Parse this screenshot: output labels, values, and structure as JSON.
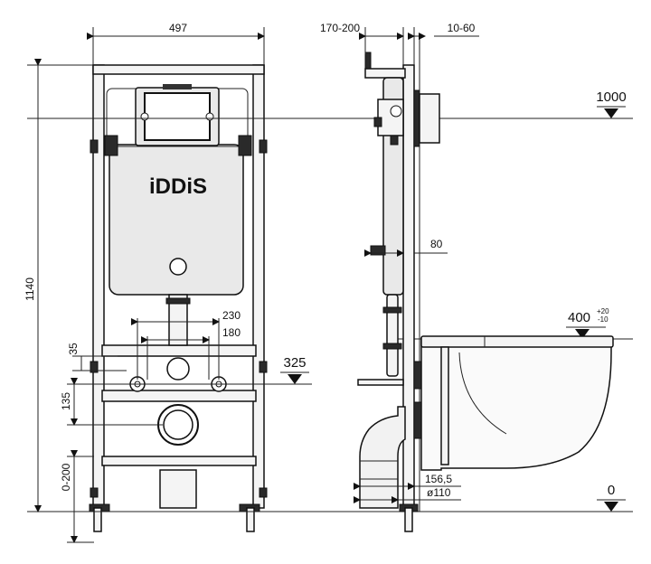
{
  "logo": {
    "text": "iDDiS"
  },
  "dimensions": {
    "frame_width": "497",
    "total_height": "1140",
    "depth_range": "170-200",
    "wall_range": "10-60",
    "button_height": "1000",
    "axis_325": "325",
    "tube_offset": "80",
    "pipe_spacing_230": "230",
    "pipe_spacing_180": "180",
    "vertical_35": "35",
    "vertical_135": "135",
    "leg_range": "0-200",
    "bowl_height": "400",
    "bowl_tol_plus": "+20",
    "bowl_tol_minus": "-10",
    "drain_offset": "156,5",
    "drain_diameter": "ø110",
    "floor_level": "0"
  }
}
